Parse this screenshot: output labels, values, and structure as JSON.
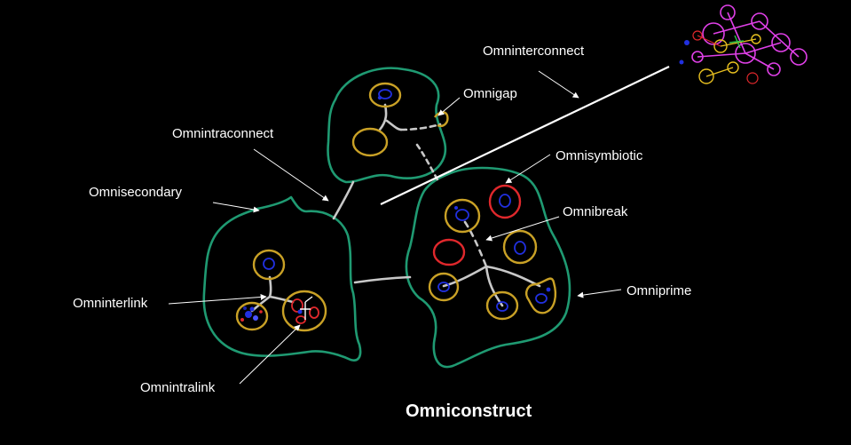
{
  "title": "Omniconstruct",
  "labels": {
    "omninterconnect": "Omninterconnect",
    "omnigap": "Omnigap",
    "omnintraconnect": "Omnintraconnect",
    "omnisymbiotic": "Omnisymbiotic",
    "omnisecondary": "Omnisecondary",
    "omnibreak": "Omnibreak",
    "omniprime": "Omniprime",
    "omninterlink": "Omninterlink",
    "omnintralink": "Omnintralink"
  },
  "colors": {
    "background": "#000000",
    "membrane": "#1f9a72",
    "node_yellow": "#c9a126",
    "node_red": "#e0282c",
    "core_blue": "#2130e0",
    "link_gray": "#c8c8c8",
    "text": "#ffffff",
    "thumbnail_magenta": "#e040e8"
  }
}
